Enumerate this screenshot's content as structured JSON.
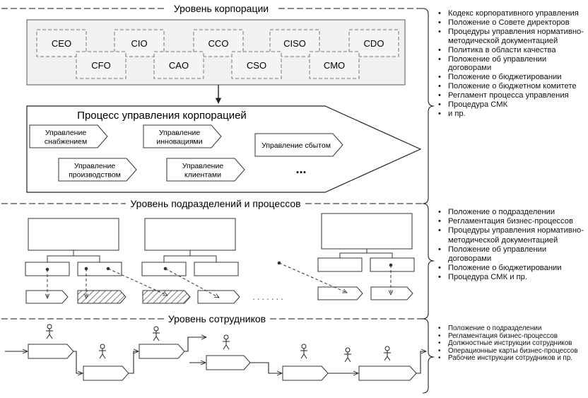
{
  "levels": {
    "corp_title": "Уровень корпорации",
    "dept_title": "Уровень подразделений и процессов",
    "emp_title": "Уровень сотрудников"
  },
  "executives": {
    "top": [
      "CEO",
      "CIO",
      "CCO",
      "CISO",
      "CDO"
    ],
    "bottom": [
      "CFO",
      "CAO",
      "CSO",
      "CMO"
    ]
  },
  "governance": {
    "title": "Процесс управления корпорацией",
    "processes": [
      "Управление\nснабжением",
      "Управление\nинновациями",
      "Управление сбытом",
      "Управление\nпроизводством",
      "Управление\nклиентами"
    ],
    "more": "..."
  },
  "dept_dots": ". . . . . . .",
  "docs": {
    "corp": [
      "Кодекс корпоративного управления",
      "Положение о Совете директоров",
      "Процедуры управления нормативно-методической документацией",
      "Политика в области качества",
      "Положение об управлении договорами",
      "Положение о бюджетировании",
      "Положение о бюджетном комитете",
      "Регламент процесса управления",
      "Процедура СМК",
      "и пр."
    ],
    "dept": [
      "Положение о подразделении",
      "Регламентация бизнес-процессов",
      "Процедуры управления нормативно-методической документацией",
      "Положение об управлении договорами",
      "Положение о бюджетировании",
      "Процедура СМК и пр."
    ],
    "emp": [
      "Положение о подразделении",
      "Регламентация бизнес-процессов",
      "Должностные инструкции сотрудников",
      "Операционные карты бизнес-процессов",
      "Рабочие инструкции сотрудников и пр."
    ]
  },
  "colors": {
    "line": "#222222",
    "box_fill": "#f2f2f2",
    "hatch": "#555555",
    "dash": "#888888"
  }
}
